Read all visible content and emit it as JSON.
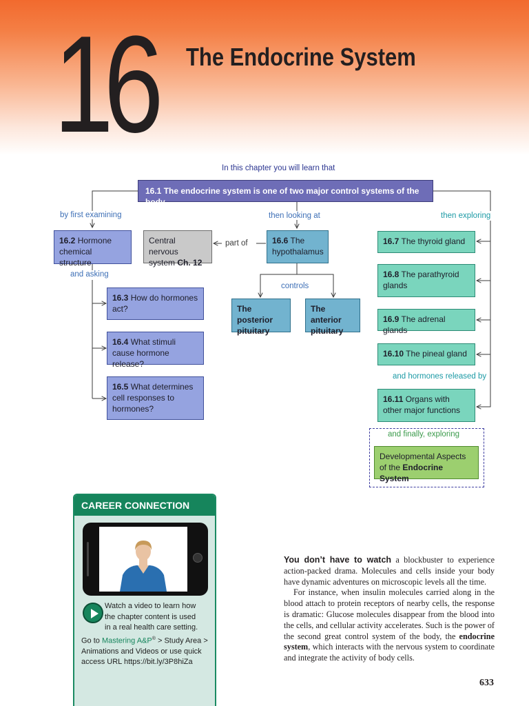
{
  "chapter": {
    "number": "16",
    "title": "The Endocrine System"
  },
  "concept_map": {
    "intro": "In this chapter you will learn that",
    "root": {
      "num": "16.1",
      "text": "The endocrine system is one of two major control systems of the body"
    },
    "labels": {
      "by_first_examining": "by first examining",
      "then_looking_at": "then looking at",
      "then_exploring": "then exploring",
      "and_asking": "and asking",
      "part_of": "part of",
      "controls": "controls",
      "and_hormones_released_by": "and hormones released by",
      "and_finally_exploring": "and finally, exploring"
    },
    "hormone_structure": {
      "num": "16.2",
      "text": "Hormone chemical structure"
    },
    "cns": {
      "text": "Central nervous system",
      "ref": "Ch. 12"
    },
    "hypothalamus": {
      "num": "16.6",
      "text": "The hypothalamus"
    },
    "posterior_pituitary": "The posterior pituitary",
    "anterior_pituitary": "The anterior pituitary",
    "questions": [
      {
        "num": "16.3",
        "text": "How do hormones act?"
      },
      {
        "num": "16.4",
        "text": "What stimuli cause hormone release?"
      },
      {
        "num": "16.5",
        "text": "What determines cell responses to hormones?"
      }
    ],
    "glands": [
      {
        "num": "16.7",
        "text": "The thyroid gland"
      },
      {
        "num": "16.8",
        "text": "The parathyroid glands"
      },
      {
        "num": "16.9",
        "text": "The adrenal glands"
      },
      {
        "num": "16.10",
        "text": "The pineal gland"
      }
    ],
    "organs": {
      "num": "16.11",
      "text": "Organs with other major functions"
    },
    "developmental": {
      "text": "Developmental Aspects of the",
      "bold": "Endocrine System"
    }
  },
  "career_connection": {
    "header": "CAREER CONNECTION",
    "video_line_1": "Watch a video to learn how",
    "video_line_2": "the chapter content is used",
    "video_line_3": "in a real health care setting.",
    "go_to": "Go to",
    "mastering": "Mastering A&P",
    "reg": "®",
    "path": "> Study Area > Animations and Videos or use quick access URL https://bit.ly/3P8hiZa"
  },
  "intro_text": {
    "lead": "You don’t have to watch",
    "p1_rest": "a blockbuster to experience action-packed drama. Molecules and cells inside your body have dynamic adventures on microscopic levels all the time.",
    "p2_start": "For instance, when insulin molecules carried along in the blood attach to protein receptors of nearby cells, the response is dramatic: Glucose molecules disappear from the blood into the cells, and cellular activity accelerates. Such is the power of the second great control system of the body, the",
    "p2_bold": "endocrine system",
    "p2_end": ", which interacts with the nervous system to coordinate and integrate the activity of body cells."
  },
  "page_number": "633",
  "colors": {
    "header_orange": "#f26a2e",
    "root_box": "#6e6db7",
    "question_box": "#95a3e0",
    "hypothalamus_box": "#72b3cf",
    "gland_box": "#7ad5bd",
    "developmental_box": "#9ccf6f",
    "career_green": "#16855c"
  }
}
